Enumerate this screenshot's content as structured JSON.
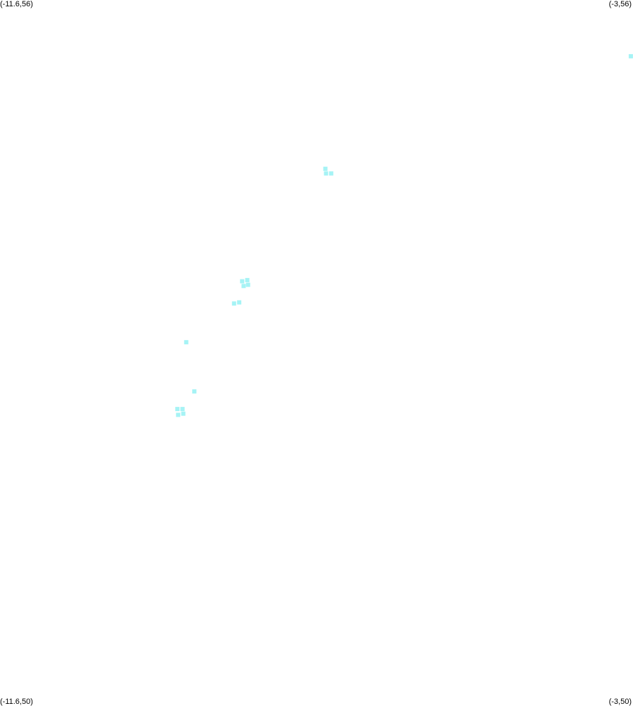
{
  "corners": {
    "top_left": "(-11.6,56)",
    "top_right": "(-3,56)",
    "bottom_left": "(-11.6,50)",
    "bottom_right": "(-3,50)"
  },
  "extent": {
    "lon_min": -11.6,
    "lon_max": -3,
    "lat_min": 50,
    "lat_max": 56
  },
  "marker_color": "#a6f3f5",
  "points": [
    {
      "lon": -3.03,
      "lat": 55.52
    },
    {
      "lon": -7.18,
      "lat": 54.56
    },
    {
      "lon": -7.17,
      "lat": 54.52
    },
    {
      "lon": -7.1,
      "lat": 54.52
    },
    {
      "lon": -8.31,
      "lat": 53.6
    },
    {
      "lon": -8.24,
      "lat": 53.61
    },
    {
      "lon": -8.29,
      "lat": 53.56
    },
    {
      "lon": -8.23,
      "lat": 53.57
    },
    {
      "lon": -8.42,
      "lat": 53.41
    },
    {
      "lon": -8.35,
      "lat": 53.42
    },
    {
      "lon": -9.07,
      "lat": 53.08
    },
    {
      "lon": -8.96,
      "lat": 52.66
    },
    {
      "lon": -9.19,
      "lat": 52.51
    },
    {
      "lon": -9.12,
      "lat": 52.51
    },
    {
      "lon": -9.18,
      "lat": 52.46
    },
    {
      "lon": -9.11,
      "lat": 52.47
    }
  ]
}
